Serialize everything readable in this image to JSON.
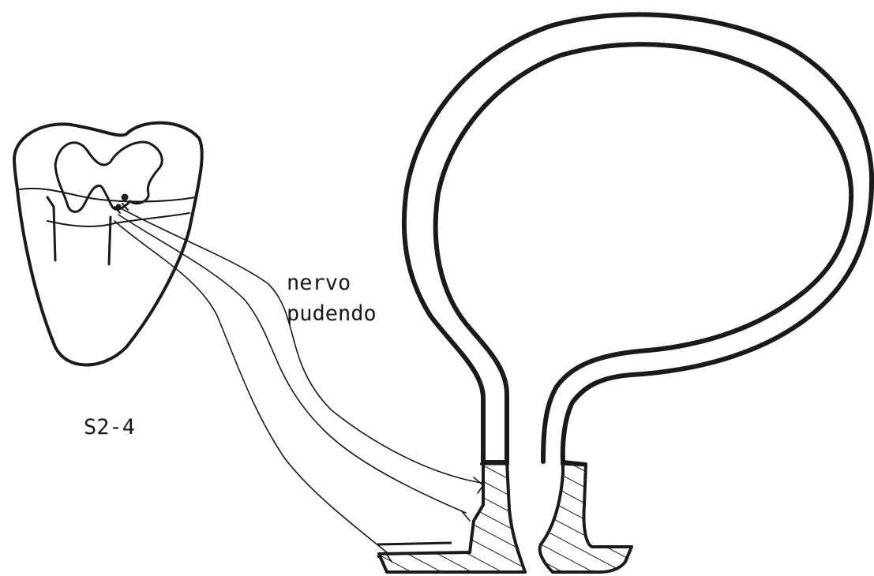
{
  "labels": {
    "nerve_line1": "nervo",
    "nerve_line2": "pudendo",
    "spinal_segment": "S2-4"
  }
}
